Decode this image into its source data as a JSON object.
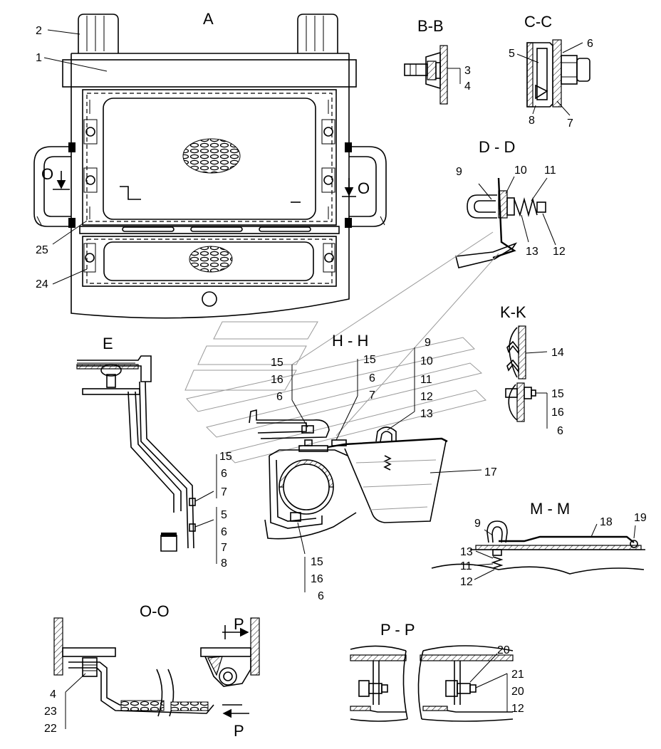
{
  "views": {
    "a": "A",
    "bb": "B-B",
    "cc": "C-C",
    "dd": "D - D",
    "e": "E",
    "hh": "H - H",
    "kk": "K-K",
    "mm": "M - M",
    "oo": "O-O",
    "pp": "P - P"
  },
  "markers": {
    "o": "O",
    "p": "P"
  },
  "callouts": {
    "c1": "1",
    "c2": "2",
    "c24": "24",
    "c25": "25",
    "bb3": "3",
    "bb4": "4",
    "cc5": "5",
    "cc6": "6",
    "cc7": "7",
    "cc8": "8",
    "dd9": "9",
    "dd10": "10",
    "dd11": "11",
    "dd12": "12",
    "dd13": "13",
    "e15": "15",
    "e6a": "6",
    "e7a": "7",
    "e5": "5",
    "e6b": "6",
    "e7b": "7",
    "e8": "8",
    "h15a": "15",
    "h16a": "16",
    "h6a": "6",
    "h15b": "15",
    "h6b": "6",
    "h7b": "7",
    "h9": "9",
    "h10": "10",
    "h11": "11",
    "h12": "12",
    "h13": "13",
    "h17": "17",
    "h15c": "15",
    "h16c": "16",
    "h6c": "6",
    "k14": "14",
    "k15": "15",
    "k16": "16",
    "k6": "6",
    "m9": "9",
    "m18": "18",
    "m19": "19",
    "m13": "13",
    "m11": "11",
    "m12": "12",
    "o4": "4",
    "o23": "23",
    "o22": "22",
    "p20a": "20",
    "p21": "21",
    "p20b": "20",
    "p12": "12"
  }
}
